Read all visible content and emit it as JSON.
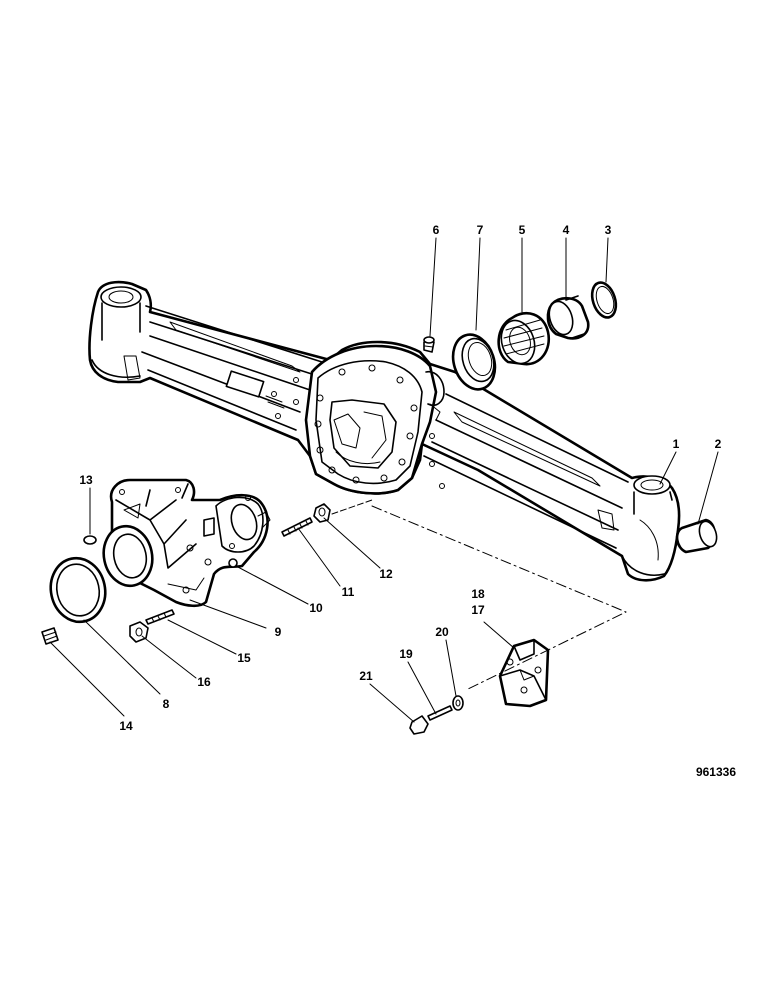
{
  "figure_id": "961336",
  "callouts": [
    "1",
    "2",
    "3",
    "4",
    "5",
    "6",
    "7",
    "8",
    "9",
    "10",
    "11",
    "12",
    "13",
    "14",
    "15",
    "16",
    "17",
    "18",
    "19",
    "20",
    "21"
  ]
}
